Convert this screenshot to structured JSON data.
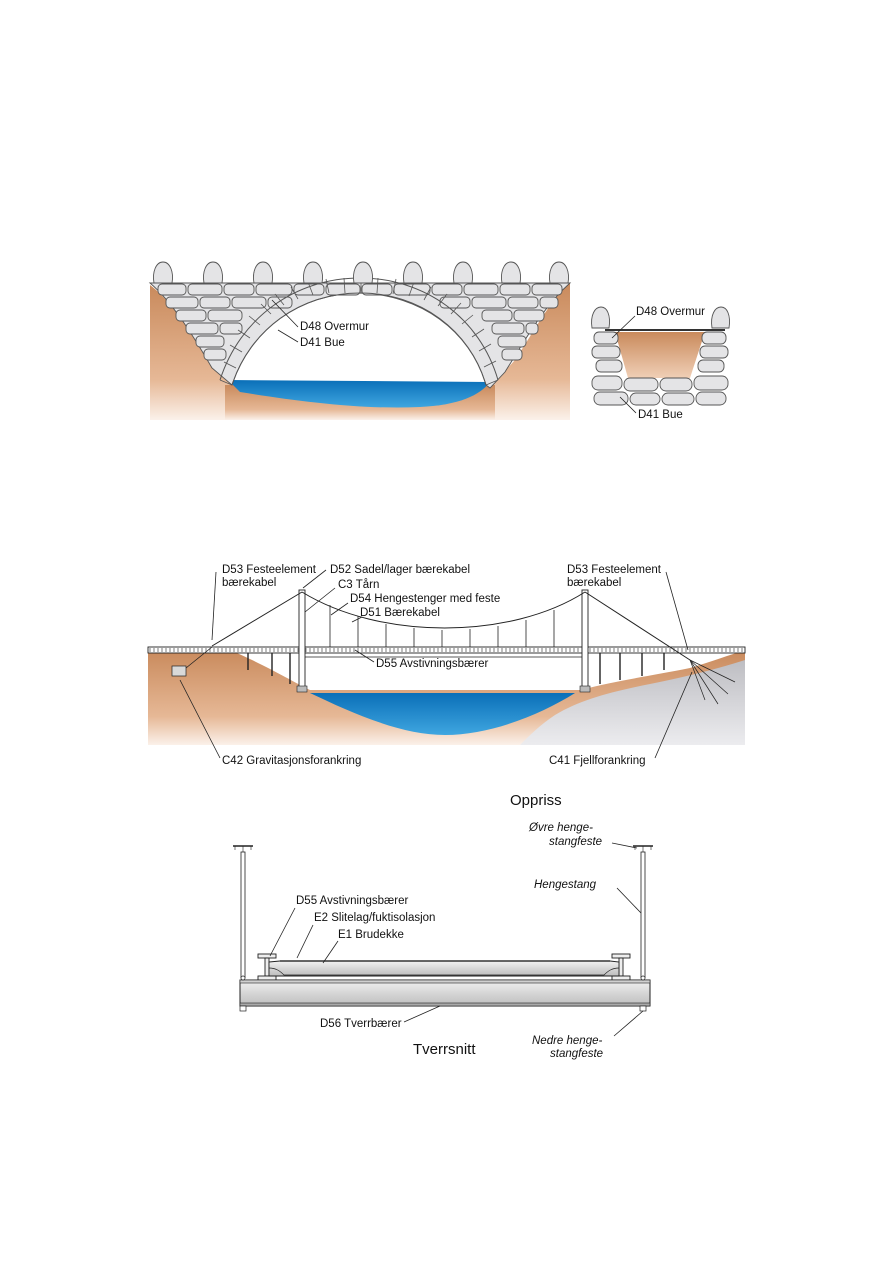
{
  "stone_bridge": {
    "elevation_labels": {
      "overmur": "D48 Overmur",
      "bue": "D41 Bue"
    },
    "section_labels": {
      "overmur": "D48 Overmur",
      "bue": "D41 Bue"
    }
  },
  "suspension_bridge": {
    "festeelement_left": [
      "D53 Festeelement",
      "bærekabel"
    ],
    "sadel": "D52 Sadel/lager bærekabel",
    "taarn": "C3 Tårn",
    "hengestenger": "D54 Hengestenger med feste",
    "baerekabel": "D51 Bærekabel",
    "avstivningsbaerer": "D55 Avstivningsbærer",
    "festeelement_right": [
      "D53 Festeelement",
      "bærekabel"
    ],
    "gravitasjon": "C42 Gravitasjonsforankring",
    "fjell": "C41 Fjellforankring",
    "view_title": "Oppriss"
  },
  "cross_section": {
    "ovre_feste": [
      "Øvre henge-",
      "stangfeste"
    ],
    "hengestang": "Hengestang",
    "avstivningsbaerer": "D55 Avstivningsbærer",
    "slitelag": "E2 Slitelag/fuktisolasjon",
    "brudekke": "E1 Brudekke",
    "tverrbaerer": "D56 Tverrbærer",
    "nedre_feste": [
      "Nedre henge-",
      "stangfeste"
    ],
    "view_title": "Tverrsnitt"
  },
  "colors": {
    "earth": "#d79a6c",
    "water": "#1a7fc0",
    "rock": "#c8c8cc",
    "stone": "#e4e4e6"
  }
}
